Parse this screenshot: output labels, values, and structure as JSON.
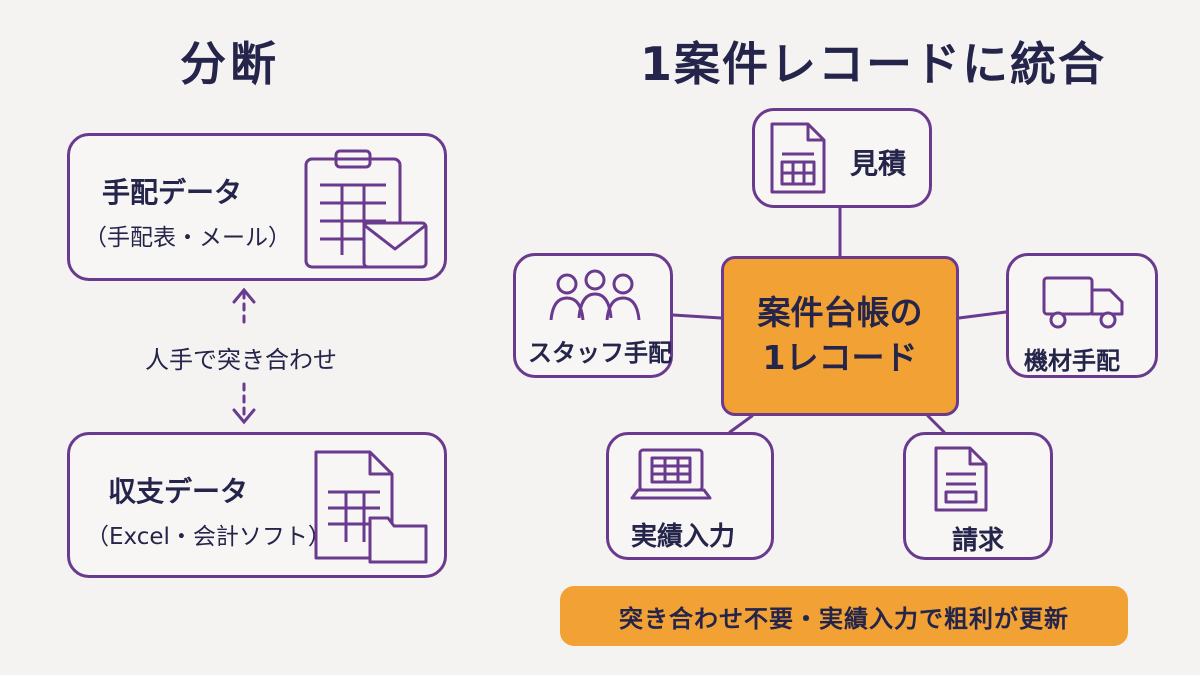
{
  "left": {
    "title": "分断",
    "arrangement": {
      "title": "手配データ",
      "subtitle": "（手配表・メール）"
    },
    "reconcile": "人手で突き合わせ",
    "income": {
      "title": "収支データ",
      "subtitle": "（Excel・会計ソフト）"
    }
  },
  "right": {
    "title": "1案件レコードに統合",
    "hub": {
      "line1": "案件台帳の",
      "line2": "1レコード"
    },
    "nodes": {
      "estimate": "見積",
      "staff": "スタッフ手配",
      "equipment": "機材手配",
      "actuals": "実績入力",
      "billing": "請求"
    },
    "footer": "突き合わせ不要・実績入力で粗利が更新"
  },
  "colors": {
    "accent": "#f2a234",
    "outline": "#6a3a8e",
    "text": "#25244a"
  },
  "icons": [
    "clipboard-spreadsheet-icon",
    "envelope-icon",
    "document-spreadsheet-icon",
    "folder-icon",
    "document-table-icon",
    "people-group-icon",
    "truck-icon",
    "laptop-icon",
    "invoice-document-icon"
  ]
}
